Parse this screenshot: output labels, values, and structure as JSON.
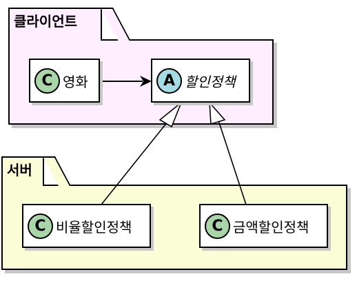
{
  "packages": {
    "client": {
      "label": "클라이언트"
    },
    "server": {
      "label": "서버"
    }
  },
  "classes": {
    "movie": {
      "stereotype": "C",
      "name": "영화",
      "kind": "class"
    },
    "discount_policy": {
      "stereotype": "A",
      "name": "할인정책",
      "kind": "abstract"
    },
    "percent_discount": {
      "stereotype": "C",
      "name": "비율할인정책",
      "kind": "class"
    },
    "amount_discount": {
      "stereotype": "C",
      "name": "금액할인정책",
      "kind": "class"
    }
  },
  "relations": [
    {
      "from": "영화",
      "to": "할인정책",
      "type": "association"
    },
    {
      "from": "비율할인정책",
      "to": "할인정책",
      "type": "generalization"
    },
    {
      "from": "금액할인정책",
      "to": "할인정책",
      "type": "generalization"
    }
  ],
  "colors": {
    "client_bg": "#ffeeff",
    "server_bg": "#fbfdd7",
    "class_icon": "#a9d5a9",
    "abstract_icon": "#a5dce3"
  }
}
